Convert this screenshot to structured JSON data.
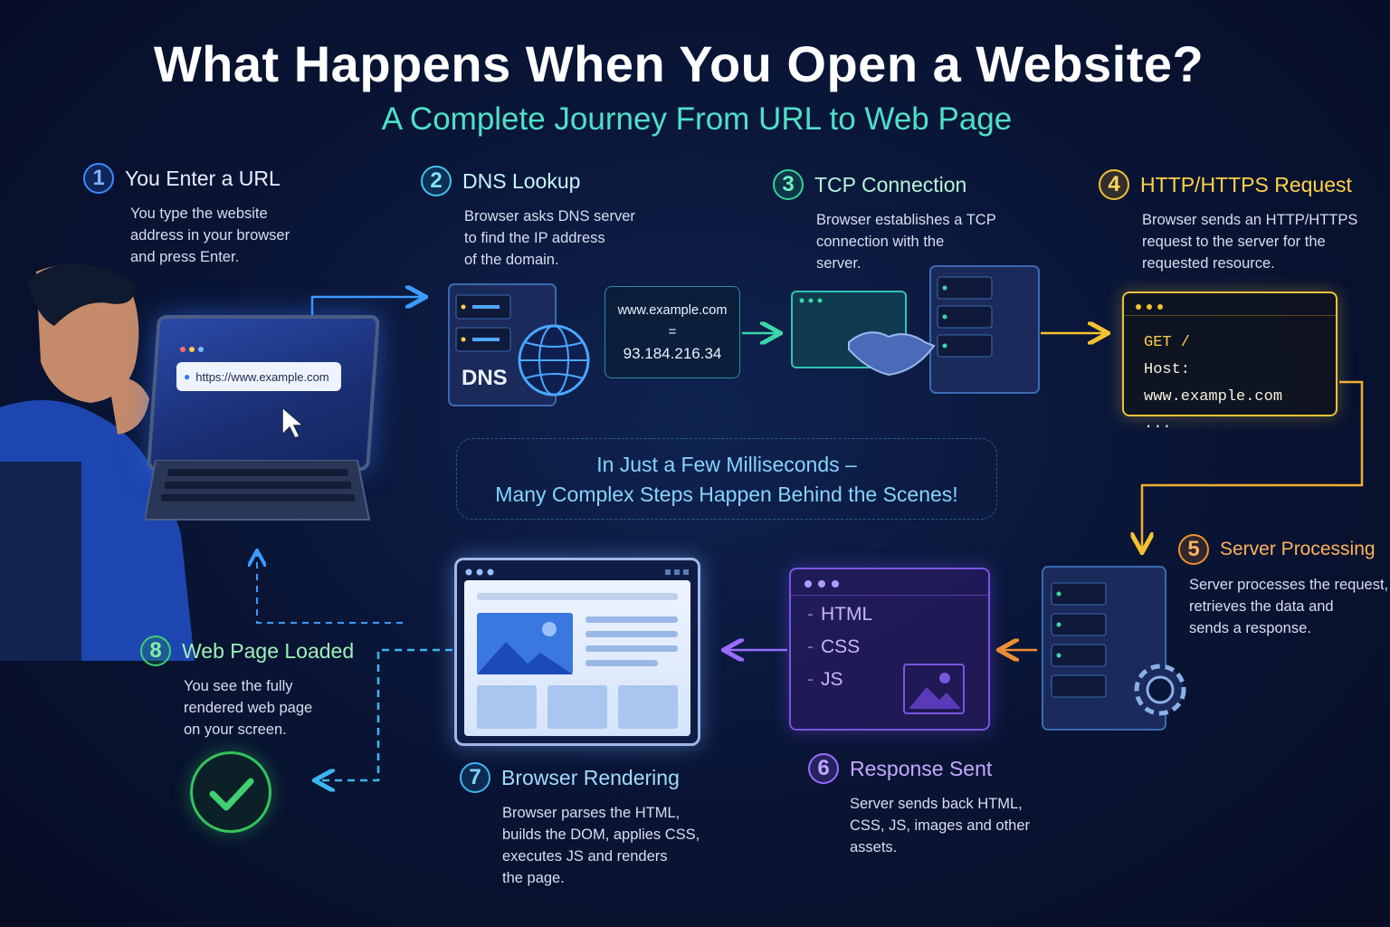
{
  "title": "What Happens When You Open a Website?",
  "subtitle": "A Complete Journey From URL to Web Page",
  "steps": [
    {
      "number": "1",
      "title": "You Enter a URL",
      "description": "You type the website\naddress in your browser\nand press Enter."
    },
    {
      "number": "2",
      "title": "DNS Lookup",
      "description": "Browser asks DNS server\nto find the IP address\nof the domain."
    },
    {
      "number": "3",
      "title": "TCP Connection",
      "description": "Browser establishes a TCP\nconnection with the\nserver."
    },
    {
      "number": "4",
      "title": "HTTP/HTTPS Request",
      "description": "Browser sends an HTTP/HTTPS\nrequest to the server for the\nrequested resource."
    },
    {
      "number": "5",
      "title": "Server Processing",
      "description": "Server processes the request,\nretrieves the data and\nsends a response."
    },
    {
      "number": "6",
      "title": "Response Sent",
      "description": "Server sends back HTML,\nCSS, JS, images and other\nassets."
    },
    {
      "number": "7",
      "title": "Browser Rendering",
      "description": "Browser parses the HTML,\nbuilds the DOM, applies CSS,\nexecutes JS and renders\nthe page."
    },
    {
      "number": "8",
      "title": "Web Page Loaded",
      "description": "You see the fully\nrendered web page\non your screen."
    }
  ],
  "url_bar": {
    "text": "https://www.example.com"
  },
  "dns": {
    "label": "DNS",
    "domain": "www.example.com",
    "equals": "=",
    "ip": "93.184.216.34"
  },
  "http_request": {
    "line1": "GET /",
    "line2": "Host: www.example.com",
    "line3": "..."
  },
  "center_note": {
    "line1": "In Just a Few Milliseconds –",
    "line2": "Many Complex Steps Happen Behind the Scenes!"
  },
  "response_items": [
    "HTML",
    "CSS",
    "JS"
  ],
  "colors": {
    "step1": "#3d8bff",
    "step2": "#3fc6e8",
    "step3": "#35d09a",
    "step4": "#f2c230",
    "step5": "#f09030",
    "step6": "#9a6cff",
    "step7": "#3cb6f0",
    "step8": "#3fd070",
    "subtitle": "#4fe0c8",
    "background": "#0a1638"
  }
}
